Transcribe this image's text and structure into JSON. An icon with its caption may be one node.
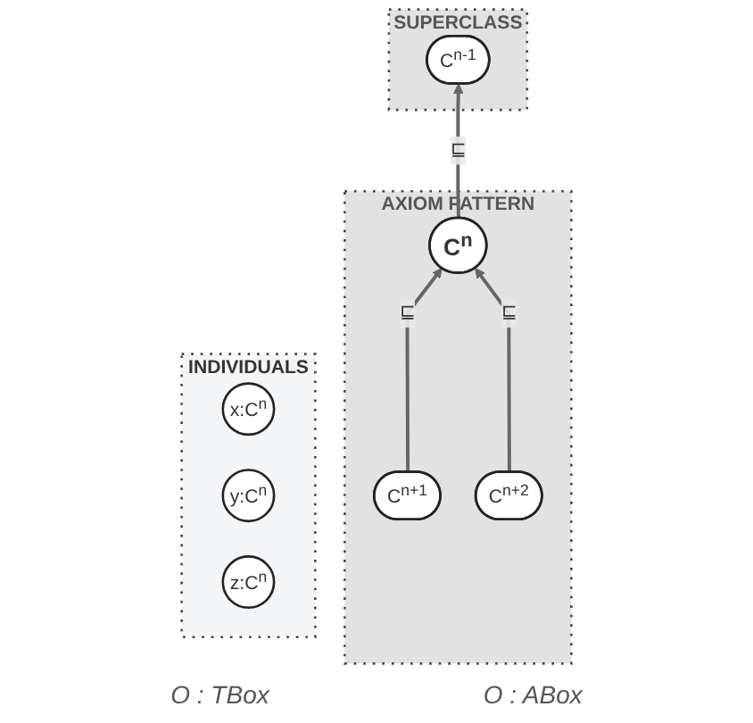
{
  "diagram": {
    "nodes": [
      {
        "text": [
          "SUPERCLASS"
        ]
      },
      {
        "text": [
          "C$^{n-1}$"
        ],
        "in": 0
      },
      {
        "text": [
          "AXIOM PATTERN"
        ]
      },
      {
        "text": [
          "C$^{n}$"
        ],
        "in": 2
      },
      {
        "text": [
          "C$^{n+1}$"
        ],
        "in": 2
      },
      {
        "text": [
          "C$^{n+2}$"
        ],
        "in": 2
      },
      {
        "text": [
          "INDIVIDUALS"
        ]
      },
      {
        "text": [
          "x:C$^{n}$"
        ],
        "in": 6
      },
      {
        "text": [
          "y:C$^{n}$"
        ],
        "in": 6
      },
      {
        "text": [
          "z:C$^{n}$"
        ],
        "in": 6
      }
    ],
    "edges": [
      {
        "from": 3,
        "to": 1,
        "arrow": "to",
        "label": "⊑"
      },
      {
        "from": 4,
        "to": 3,
        "arrow": "to",
        "label": "⊑"
      },
      {
        "from": 5,
        "to": 3,
        "arrow": "to",
        "label": "⊑"
      }
    ],
    "labels": [
      "O : TBox",
      "O : ABox"
    ]
  }
}
